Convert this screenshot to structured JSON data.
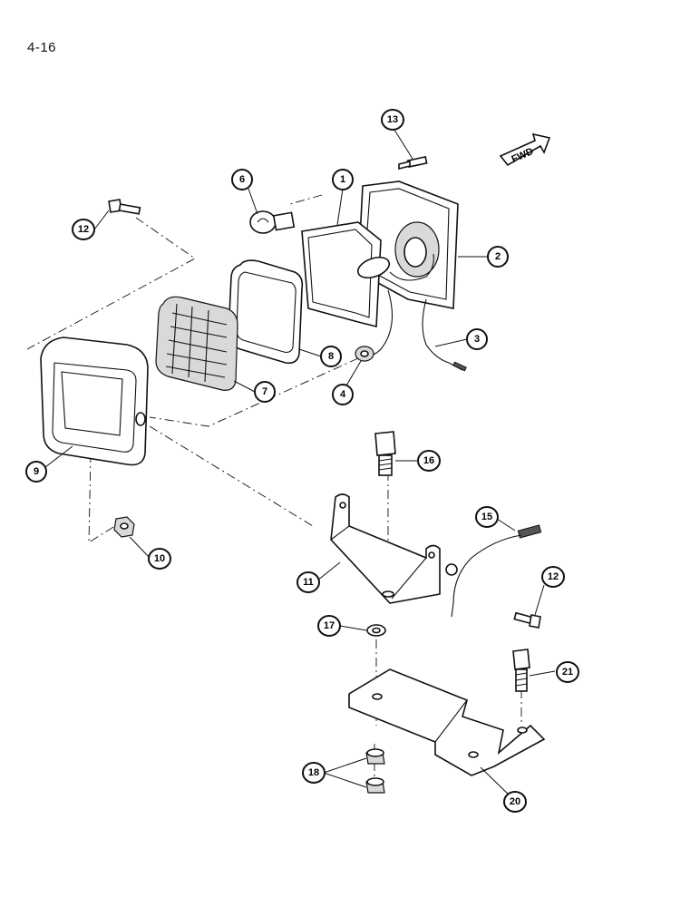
{
  "page": {
    "number": "4-16"
  },
  "direction_marker": {
    "label": "FWD",
    "icon": "forward-arrow-icon"
  },
  "callouts": [
    {
      "id": "1",
      "label": "1"
    },
    {
      "id": "2",
      "label": "2"
    },
    {
      "id": "3",
      "label": "3"
    },
    {
      "id": "4",
      "label": "4"
    },
    {
      "id": "6",
      "label": "6"
    },
    {
      "id": "7",
      "label": "7"
    },
    {
      "id": "8",
      "label": "8"
    },
    {
      "id": "9",
      "label": "9"
    },
    {
      "id": "10",
      "label": "10"
    },
    {
      "id": "11",
      "label": "11"
    },
    {
      "id": "12a",
      "label": "12"
    },
    {
      "id": "12b",
      "label": "12"
    },
    {
      "id": "13",
      "label": "13"
    },
    {
      "id": "15",
      "label": "15"
    },
    {
      "id": "16",
      "label": "16"
    },
    {
      "id": "17",
      "label": "17"
    },
    {
      "id": "18",
      "label": "18"
    },
    {
      "id": "20",
      "label": "20"
    },
    {
      "id": "21",
      "label": "21"
    }
  ]
}
